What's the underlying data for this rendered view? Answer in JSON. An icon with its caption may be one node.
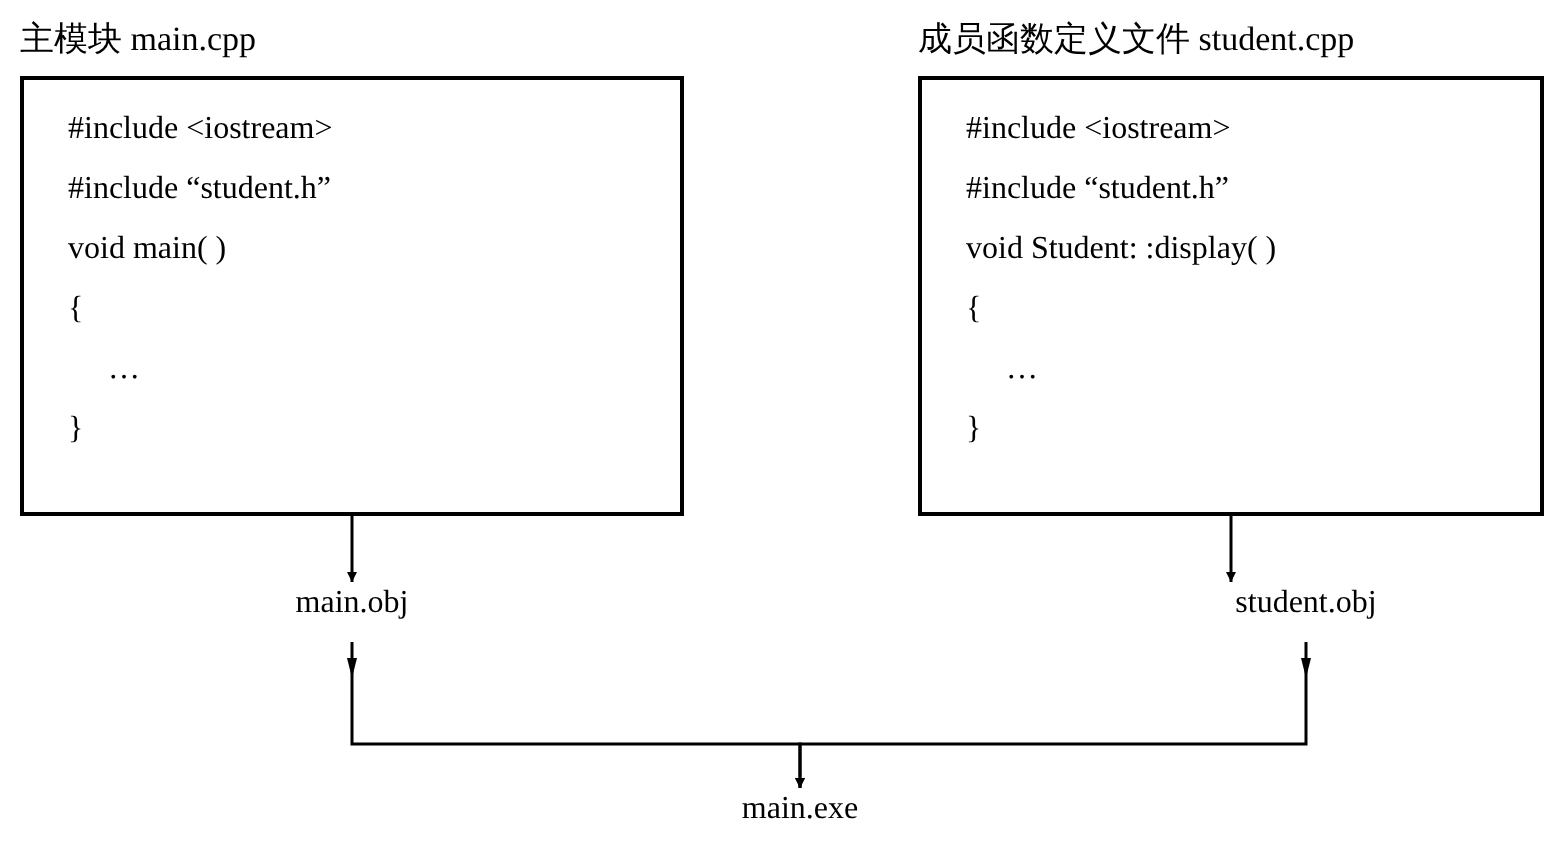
{
  "diagram": {
    "nodes": [
      {
        "text": [
          "主模块 main.cpp",
          "#include <iostream>",
          "#include “student.h”",
          "void main( )",
          "{",
          "…",
          "}"
        ]
      },
      {
        "text": [
          "成员函数定义文件 student.cpp",
          "#include <iostream>",
          "#include “student.h”",
          "void Student: :display( )",
          "{",
          "…",
          "}"
        ]
      },
      {
        "text": [
          "main.obj"
        ]
      },
      {
        "text": [
          "student.obj"
        ]
      },
      {
        "text": [
          "main.exe"
        ]
      }
    ],
    "edges": [
      {
        "from": 0,
        "to": 2,
        "arrow": "to"
      },
      {
        "from": 1,
        "to": 3,
        "arrow": "to"
      },
      {
        "from": 2,
        "to": 4,
        "arrow": "to"
      },
      {
        "from": 3,
        "to": 4,
        "arrow": "to"
      }
    ]
  }
}
